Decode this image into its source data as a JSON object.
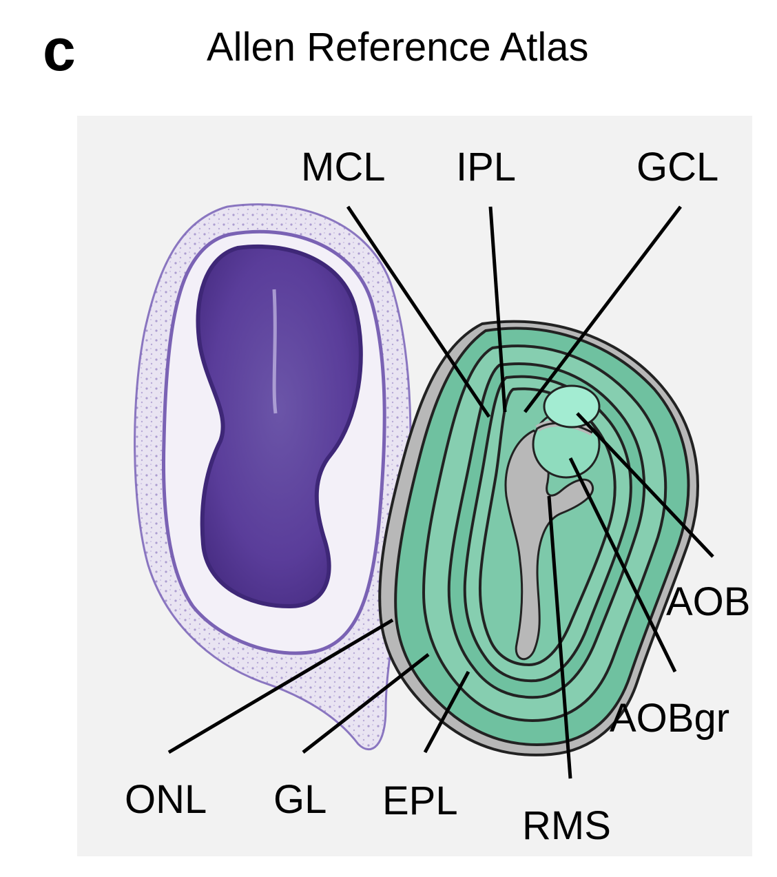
{
  "panel_letter": "c",
  "title": "Allen Reference Atlas",
  "labels": {
    "mcl": "MCL",
    "ipl": "IPL",
    "gcl": "GCL",
    "aob": "AOB",
    "aobgr": "AOBgr",
    "onl": "ONL",
    "gl": "GL",
    "epl": "EPL",
    "rms": "RMS"
  },
  "colors": {
    "nissl_stain": "#5a3d9a",
    "atlas_green_dark": "#6fc1a0",
    "atlas_green_mid": "#86ceb0",
    "atlas_green_light": "#9fe6cd",
    "white_matter_gray": "#b8b8b8",
    "outline": "#222222",
    "background_panel": "#f2f2f2"
  }
}
